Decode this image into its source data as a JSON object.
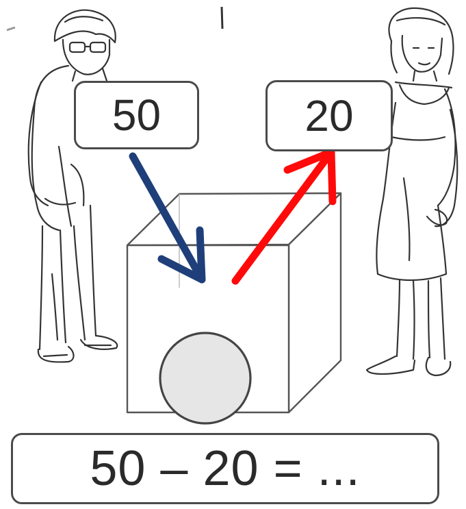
{
  "diagram": {
    "left_value": "50",
    "right_value": "20",
    "equation": "50 – 20 = ...",
    "arrow_in_color": "#1f3f7a",
    "arrow_out_color": "#ff0a0a",
    "ball_color": "#e6e6e6"
  }
}
